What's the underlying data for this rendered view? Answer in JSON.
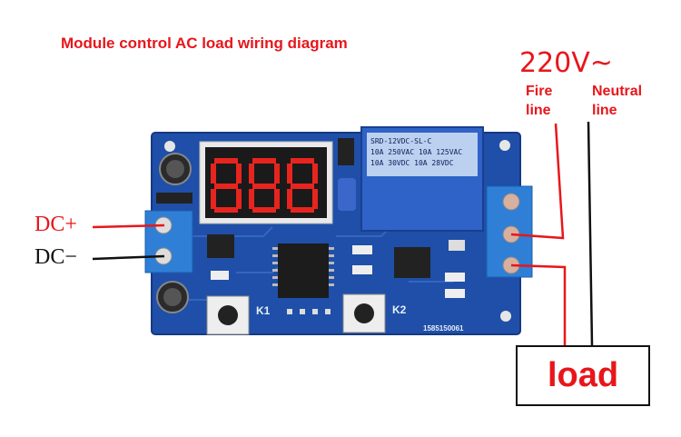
{
  "title": "Module control AC load wiring diagram",
  "supply": {
    "voltage": "220V~"
  },
  "wires": {
    "fire": "Fire line",
    "neutral": "Neutral line",
    "dc_plus": "DC+",
    "dc_minus": "DC−"
  },
  "load_label": "load",
  "board": {
    "button_k1": "K1",
    "button_k2": "K2",
    "serial": "1585150061",
    "relay_text": [
      "SRD-12VDC-SL-C",
      "10A 250VAC 10A 125VAC",
      "10A 30VDC 10A 28VDC"
    ]
  },
  "colors": {
    "label_red": "#e8161b",
    "board_blue": "#1f4fa8",
    "relay_blue": "#2f63c8",
    "terminal_blue": "#2f7fd6",
    "display_red": "#e8241f"
  }
}
